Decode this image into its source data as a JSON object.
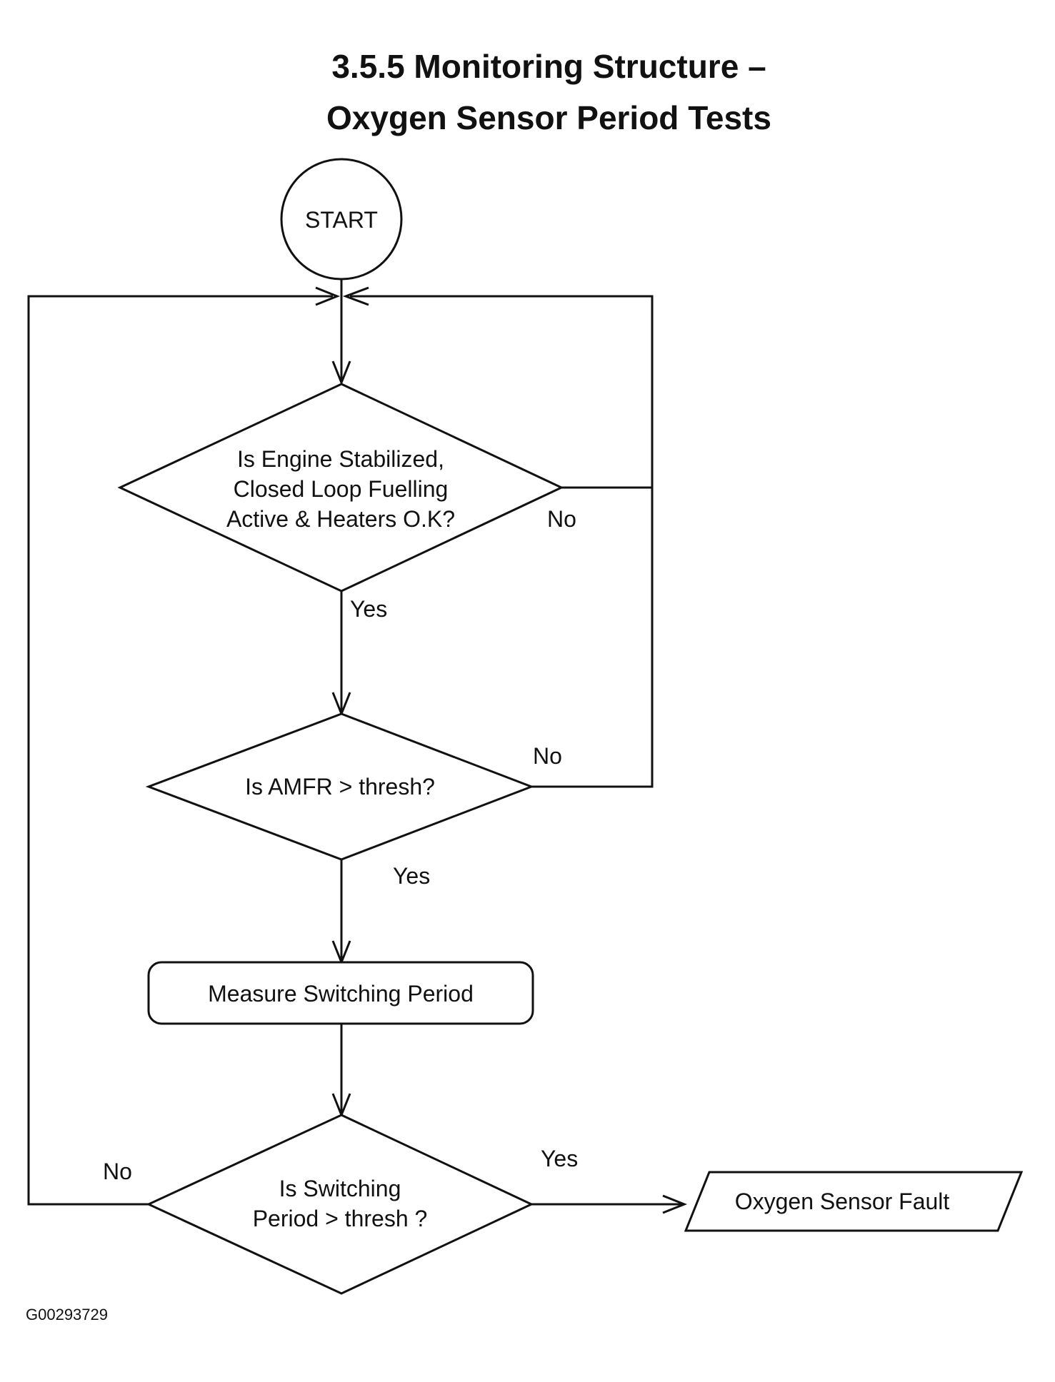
{
  "title": {
    "line1": "3.5.5   Monitoring Structure –",
    "line2": "Oxygen Sensor Period Tests"
  },
  "nodes": {
    "start": "START",
    "check_engine": [
      "Is Engine Stabilized,",
      "Closed Loop Fuelling",
      "Active & Heaters O.K?"
    ],
    "check_amfr": [
      "Is AMFR > thresh?"
    ],
    "measure": "Measure Switching Period",
    "check_period": [
      "Is Switching",
      "Period > thresh ?"
    ],
    "fault": "Oxygen Sensor Fault"
  },
  "edge_labels": {
    "engine_no": "No",
    "engine_yes": "Yes",
    "amfr_no": "No",
    "amfr_yes": "Yes",
    "period_no": "No",
    "period_yes": "Yes"
  },
  "figure_id": "G00293729"
}
